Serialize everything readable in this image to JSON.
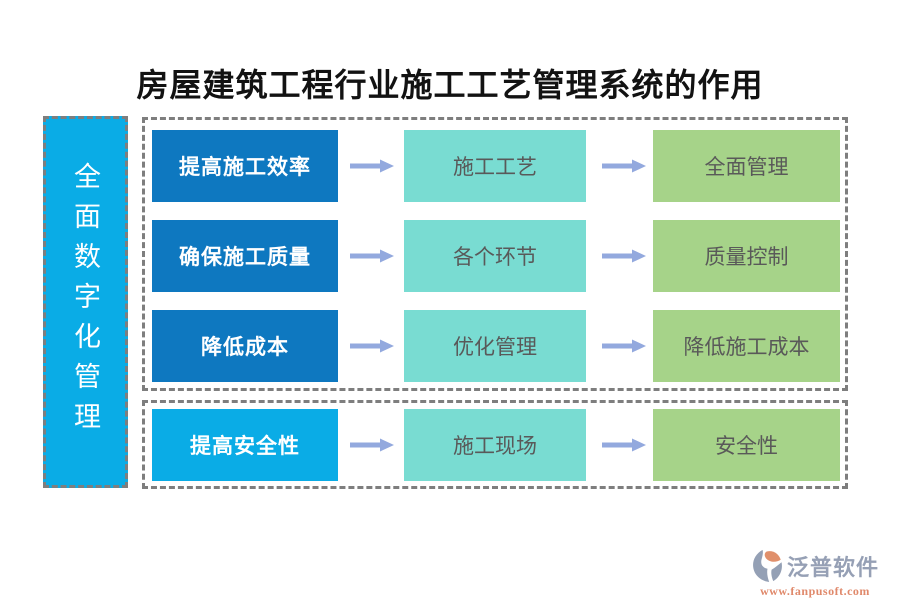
{
  "title": "房屋建筑工程行业施工工艺管理系统的作用",
  "sidebar": {
    "label": "全面数字化管理"
  },
  "rows": [
    {
      "source": "提高施工效率",
      "process": "施工工艺",
      "result": "全面管理"
    },
    {
      "source": "确保施工质量",
      "process": "各个环节",
      "result": "质量控制"
    },
    {
      "source": "降低成本",
      "process": "优化管理",
      "result": "降低施工成本"
    },
    {
      "source": "提高安全性",
      "process": "施工现场",
      "result": "安全性"
    }
  ],
  "footer": {
    "brand": "泛普软件",
    "url": "www.fanpusoft.com"
  },
  "colors": {
    "dark_blue": "#0e78c0",
    "bright_blue": "#0aace6",
    "teal": "#79dcd2",
    "green": "#a6d389",
    "arrow": "#93a9de",
    "dashed_border": "#7e7e7e",
    "box_text_gray": "#595959",
    "title_black": "#121212",
    "brand_gray": "#96a0b5",
    "brand_orange": "#e0896b"
  }
}
